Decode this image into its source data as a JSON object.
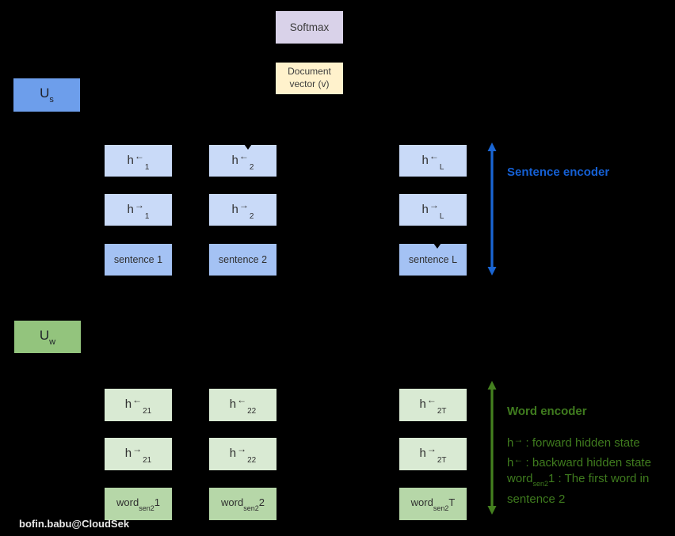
{
  "colors": {
    "background": "#000000",
    "softmax_bg": "#d9d2e9",
    "doc_vector_bg": "#fff2cc",
    "sentence_weight_bg": "#6d9eeb",
    "sentence_hidden_bg": "#c9daf8",
    "sentence_input_bg": "#a4c2f4",
    "word_weight_bg": "#93c47d",
    "word_hidden_bg": "#d9ead3",
    "word_input_bg": "#b6d7a8",
    "sentence_accent": "#1560d4",
    "word_accent": "#3f7b1e"
  },
  "top": {
    "softmax_label": "Softmax",
    "doc_vector_line1": "Document",
    "doc_vector_line2": "vector (v)"
  },
  "sentence_section": {
    "weight": {
      "base": "U",
      "sub": "s"
    },
    "h_back": [
      {
        "base": "h",
        "arrow": "←",
        "sub": "1"
      },
      {
        "base": "h",
        "arrow": "←",
        "sub": "2"
      },
      {
        "base": "h",
        "arrow": "←",
        "sub": "L"
      }
    ],
    "h_fwd": [
      {
        "base": "h",
        "arrow": "→",
        "sub": "1"
      },
      {
        "base": "h",
        "arrow": "→",
        "sub": "2"
      },
      {
        "base": "h",
        "arrow": "→",
        "sub": "L"
      }
    ],
    "inputs": [
      "sentence 1",
      "sentence 2",
      "sentence L"
    ],
    "encoder_label": "Sentence encoder"
  },
  "word_section": {
    "weight": {
      "base": "U",
      "sub": "w"
    },
    "h_back": [
      {
        "base": "h",
        "arrow": "←",
        "sub": "21"
      },
      {
        "base": "h",
        "arrow": "←",
        "sub": "22"
      },
      {
        "base": "h",
        "arrow": "←",
        "sub": "2T"
      }
    ],
    "h_fwd": [
      {
        "base": "h",
        "arrow": "→",
        "sub": "21"
      },
      {
        "base": "h",
        "arrow": "→",
        "sub": "22"
      },
      {
        "base": "h",
        "arrow": "→",
        "sub": "2T"
      }
    ],
    "inputs": [
      {
        "base": "word",
        "sub": "sen2",
        "tail": "1"
      },
      {
        "base": "word",
        "sub": "sen2",
        "tail": "2"
      },
      {
        "base": "word",
        "sub": "sen2",
        "tail": "T"
      }
    ],
    "encoder_label": "Word encoder",
    "legend": {
      "l1": {
        "base": "h",
        "arrow": "→",
        "text": " :  forward hidden state"
      },
      "l2": {
        "base": "h",
        "arrow": "←",
        "text": " : backward hidden state"
      },
      "l3": {
        "base": "word",
        "sub": "sen2",
        "text": "1 : The first word in"
      },
      "l4": {
        "text": "sentence 2"
      }
    }
  },
  "watermark": "bofin.babu@CloudSek"
}
